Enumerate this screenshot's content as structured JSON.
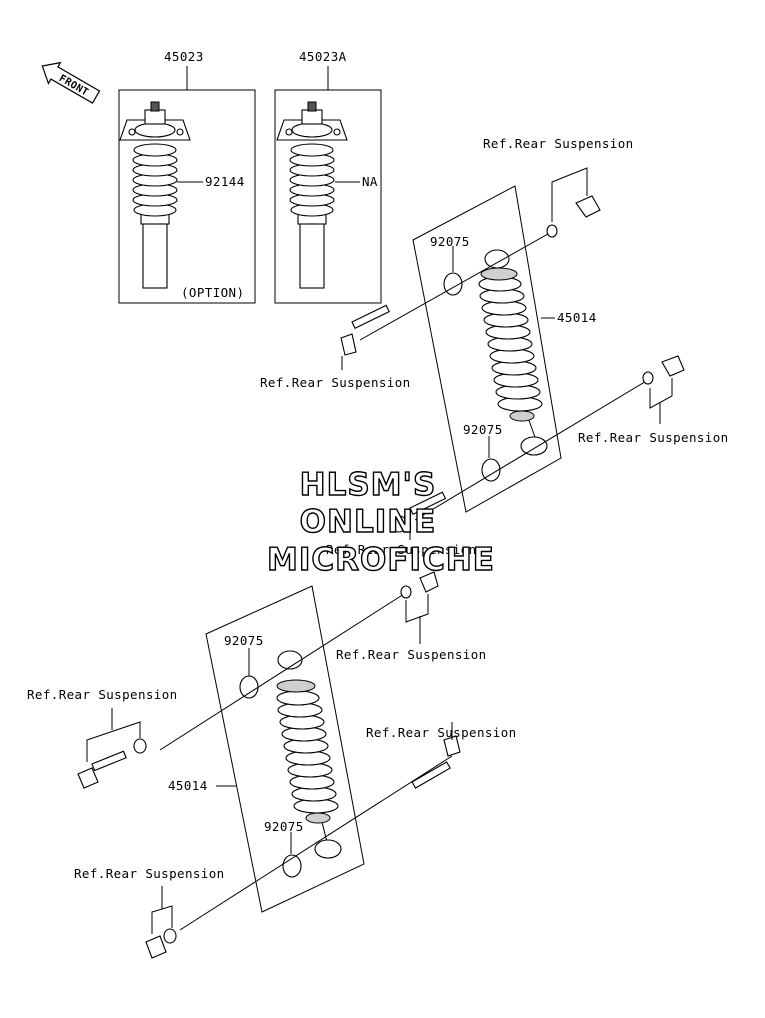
{
  "watermark": {
    "line1": "HLSM'S",
    "line2": "ONLINE",
    "line3": "MICROFICHE"
  },
  "front_arrow": {
    "label": "FRONT"
  },
  "labels": {
    "p45023": "45023",
    "p45023a": "45023A",
    "p92144": "92144",
    "na": "NA",
    "option": "(OPTION)",
    "p92075_a": "92075",
    "p92075_b": "92075",
    "p92075_c": "92075",
    "p92075_d": "92075",
    "p45014_a": "45014",
    "p45014_b": "45014",
    "ref_1": "Ref.Rear Suspension",
    "ref_2": "Ref.Rear Suspension",
    "ref_3": "Ref.Rear Suspension",
    "ref_4": "Ref.Rear Suspension",
    "ref_5": "Ref.Rear Suspension",
    "ref_6": "Ref.Rear Suspension",
    "ref_7": "Ref.Rear Suspension",
    "ref_8": "Ref.Rear Suspension"
  }
}
